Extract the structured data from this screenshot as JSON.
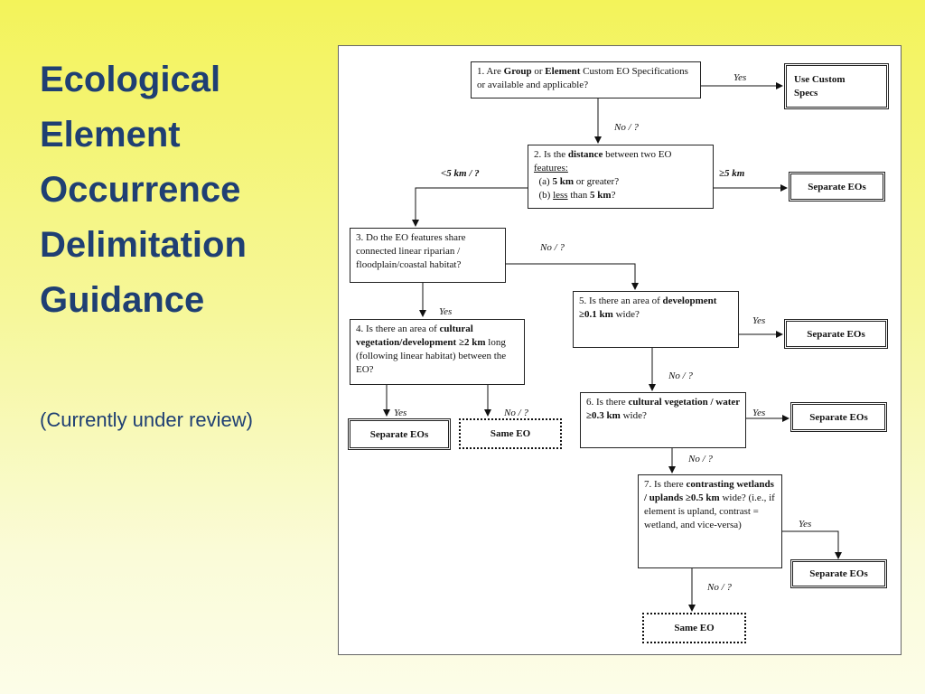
{
  "title_lines": [
    "Ecological",
    "Element",
    "Occurrence",
    "Delimitation",
    "Guidance"
  ],
  "subtitle": "(Currently under review)",
  "flowchart": {
    "q1": {
      "p1": "1. Are ",
      "b1": "Group",
      "p2": " or ",
      "b2": "Element",
      "p3": " Custom EO Specifications or available and applicable?"
    },
    "q2": {
      "p1": "2. Is the ",
      "b1": "distance",
      "p2": " between two EO ",
      "u1": "features:",
      "a_pre": "(a) ",
      "a_b": "5 km",
      "a_post": " or greater?",
      "b_pre": "(b) ",
      "b_u": "less",
      "b_mid": " than ",
      "b_b": "5 km",
      "b_post": "?"
    },
    "q3": {
      "text": "3. Do the EO features share connected linear riparian / floodplain/coastal habitat?"
    },
    "q4": {
      "p1": "4. Is there an area of ",
      "b1": "cultural vegetation/development ",
      "b2": "≥2 km",
      "p2": " long (following linear habitat) between the EO?"
    },
    "q5": {
      "p1": "5. Is there an area of ",
      "b1": "development ",
      "b2": "≥0.1 km",
      "p2": " wide?"
    },
    "q6": {
      "p1": "6. Is there ",
      "b1": "cultural vegetation / water ",
      "b2": "≥0.3 km",
      "p2": " wide?"
    },
    "q7": {
      "p1": "7.  Is there ",
      "b1": "contrasting wetlands / uplands ",
      "b2": "≥0.5 km",
      "p2": " wide? (i.e., if element is upland, contrast = wetland, and vice-versa)"
    },
    "use_custom": "Use Custom Specs",
    "separate_eos": "Separate EOs",
    "same_eo": "Same EO",
    "labels": {
      "yes": "Yes",
      "no": "No / ?",
      "lt5": "<5 km / ?",
      "ge5": "≥5 km"
    }
  }
}
